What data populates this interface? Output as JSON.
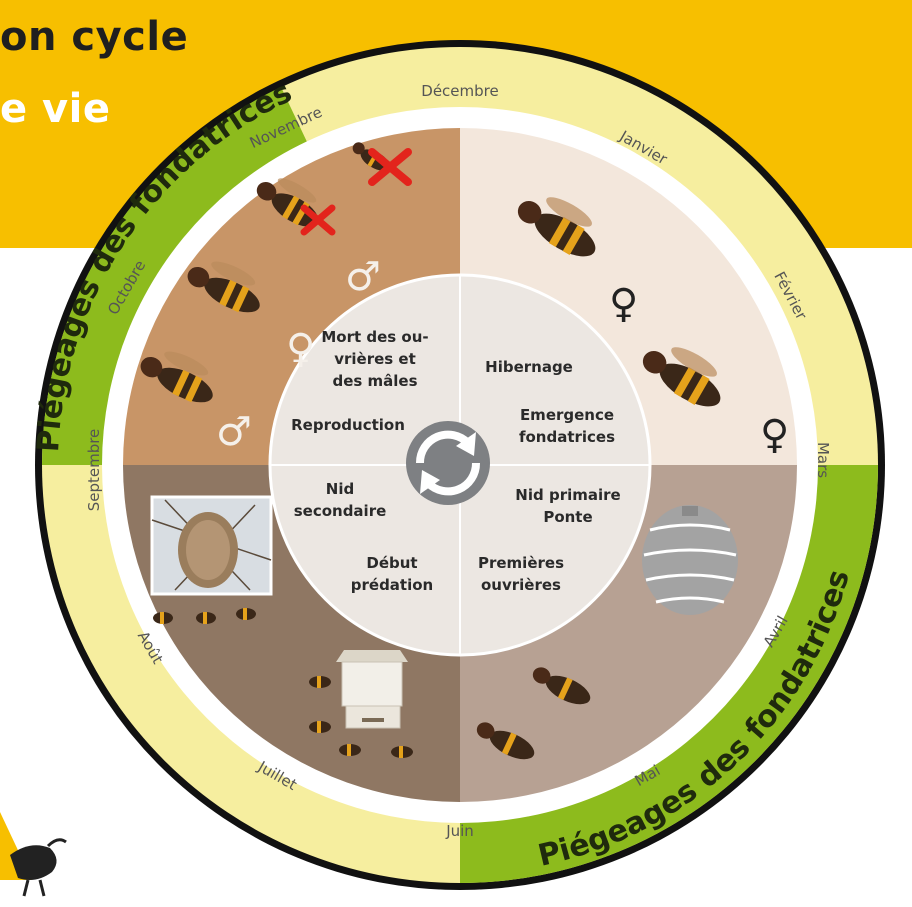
{
  "header": {
    "title_line1": "on cycle",
    "title_line2": "e vie"
  },
  "months": {
    "decembre": "Décembre",
    "janvier": "Janvier",
    "fevrier": "Février",
    "mars": "Mars",
    "avril": "Avril",
    "mai": "Mai",
    "juin": "Juin",
    "juillet": "Juillet",
    "aout": "Août",
    "septembre": "Septembre",
    "octobre": "Octobre",
    "novembre": "Novembre"
  },
  "trapping": {
    "top_left": "Piégeages des fondatrices",
    "bottom_right": "Piégeages des fondatrices"
  },
  "center": {
    "death_line1": "Mort des ou-",
    "death_line2": "vrières et",
    "death_line3": "des mâles",
    "reproduction": "Reproduction",
    "hibernation": "Hibernage",
    "emergence_line1": "Emergence",
    "emergence_line2": "fondatrices",
    "secondary_line1": "Nid",
    "secondary_line2": "secondaire",
    "primary_line1": "Nid primaire",
    "primary_line2": "Ponte",
    "predation_line1": "Début",
    "predation_line2": "prédation",
    "workers_line1": "Premières",
    "workers_line2": "ouvrières"
  },
  "symbols": {
    "male": "♂",
    "female": "♀"
  },
  "colors": {
    "banner": "#f7bf00",
    "green": "#8dbb1d",
    "light_yellow": "#f6ee9f",
    "quad_top_left": "#c89567",
    "quad_top_right": "#f3e7dc",
    "quad_bottom_left": "#8f7763",
    "quad_bottom_right": "#b7a193",
    "center": "#ece7e2",
    "dead_mark": "#e3241c"
  }
}
